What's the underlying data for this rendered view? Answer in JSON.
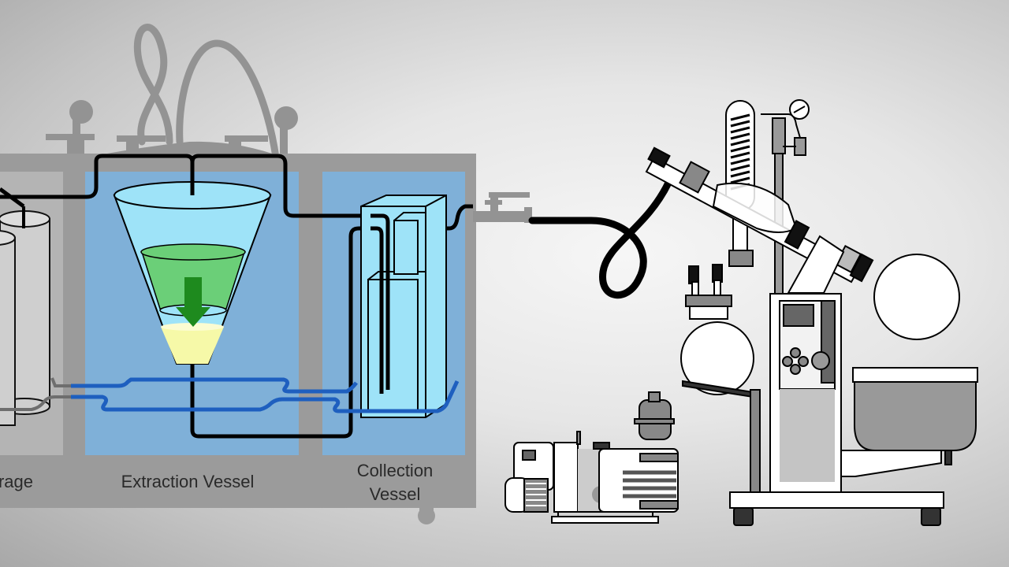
{
  "diagram": {
    "title": "Extraction system with rotary evaporator and vacuum pump",
    "labels": {
      "storage": "rage",
      "extraction_vessel": "Extraction Vessel",
      "collection_vessel_line1": "Collection",
      "collection_vessel_line2": "Vessel"
    },
    "components": [
      "storage-cylinders",
      "extraction-vessel",
      "collection-vessel",
      "outlet-valve",
      "vacuum-hose",
      "rotary-evaporator",
      "vacuum-pump",
      "heating-bath"
    ],
    "colors": {
      "housing": "#9a9a9a",
      "silhouette": "#939393",
      "vessel_panel": "#7fb0d8",
      "glass": "#9ee3f8",
      "solvent_green": "#6bcf78",
      "arrow_green": "#1e8a1e",
      "extract_yellow": "#f6f9a8",
      "coolant_blue": "#1e5fbf",
      "tubing_black": "#000000",
      "bath_gray": "#999999"
    }
  }
}
